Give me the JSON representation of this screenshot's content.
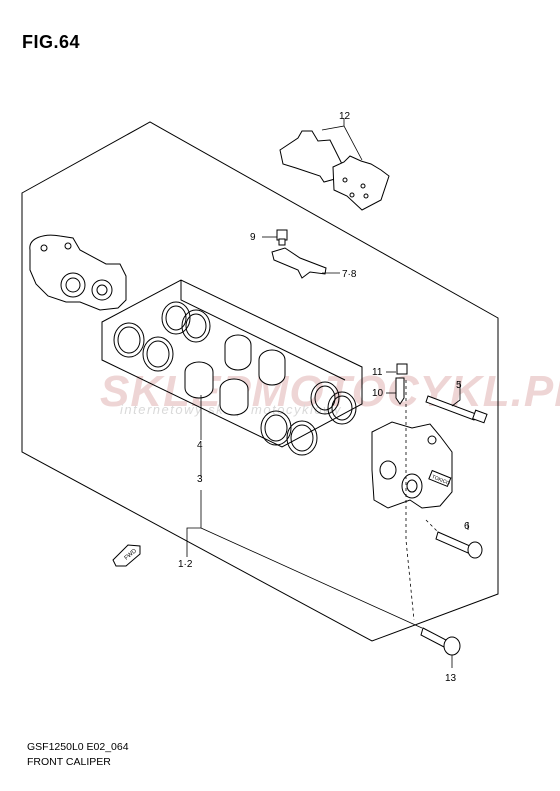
{
  "figure": {
    "title": "FIG.64"
  },
  "footer": {
    "code": "GSF1250L0 E02_064",
    "name": "FRONT CALIPER"
  },
  "watermark": {
    "main": "SKLEPMOTOCYKL.PL",
    "sub": "internetowy sklep motocyklowy"
  },
  "caliper_marking": "TOKICO",
  "fwd_label": "FWD",
  "callouts": {
    "c12": "12",
    "c9": "9",
    "c78": "7·8",
    "c11": "11",
    "c10": "10",
    "c5": "5",
    "c4": "4",
    "c3": "3",
    "c6": "6",
    "c12b": "1·2",
    "c13": "13"
  },
  "colors": {
    "line": "#000000",
    "watermark_red": "#e9c7c7",
    "watermark_gray": "#d9d9d9"
  }
}
